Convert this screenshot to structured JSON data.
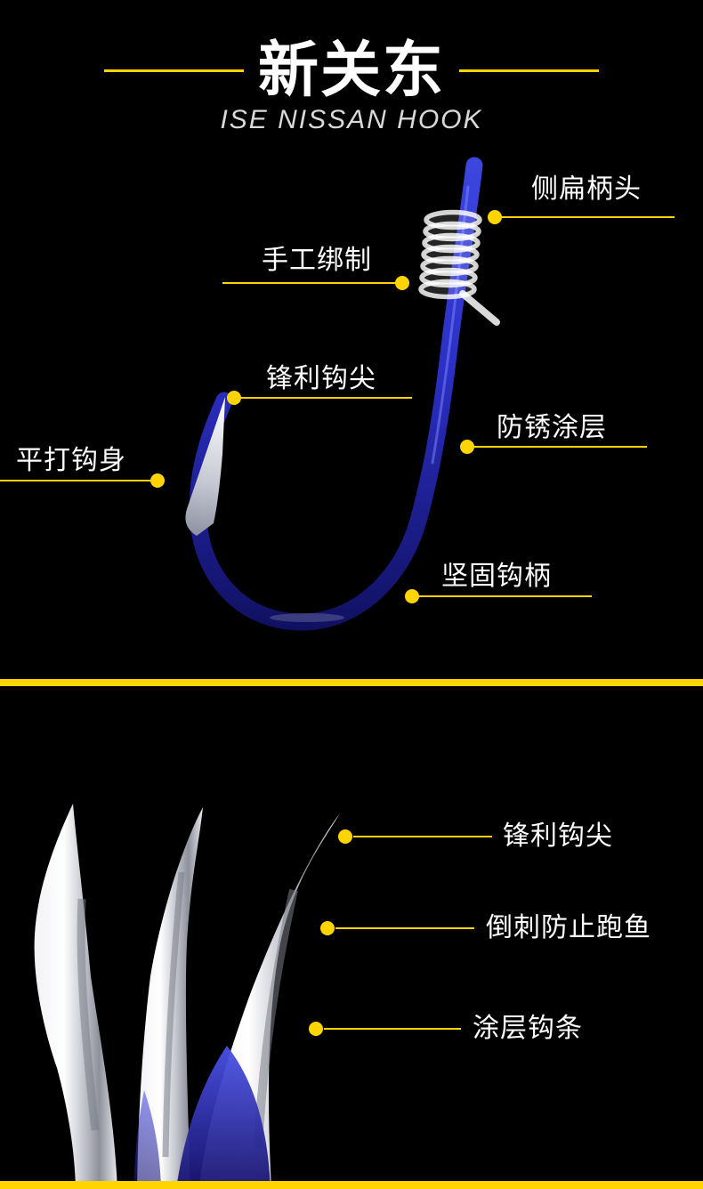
{
  "header": {
    "title": "新关东",
    "subtitle": "ISE NISSAN HOOK"
  },
  "colors": {
    "background": "#000000",
    "accent_yellow": "#FFD400",
    "label_white": "#FFFFFF",
    "subtitle_gray": "#D9D9D9",
    "hook_blue": "#2B2FC4",
    "hook_point_silver": "#E9EAEF"
  },
  "top_section": {
    "callouts": [
      {
        "label": "侧扁柄头"
      },
      {
        "label": "手工绑制"
      },
      {
        "label": "锋利钩尖"
      },
      {
        "label": "平打钩身"
      },
      {
        "label": "防锈涂层"
      },
      {
        "label": "坚固钩柄"
      }
    ]
  },
  "bottom_section": {
    "callouts": [
      {
        "label": "锋利钩尖"
      },
      {
        "label": "倒刺防止跑鱼"
      },
      {
        "label": "涂层钩条"
      }
    ]
  }
}
